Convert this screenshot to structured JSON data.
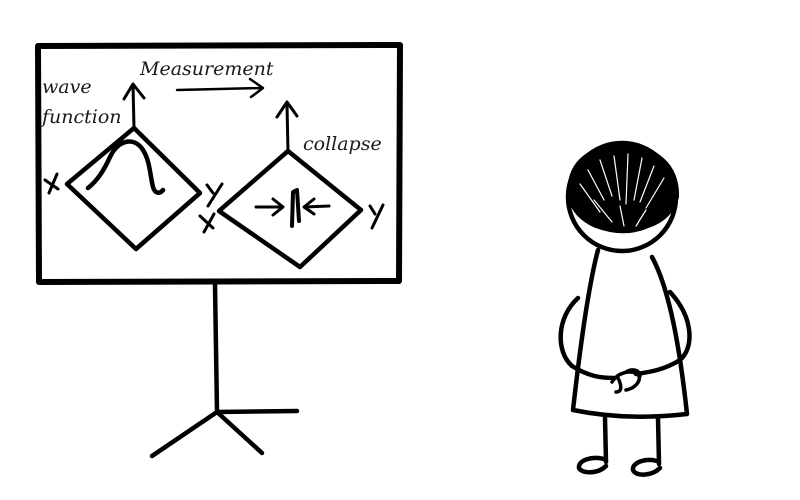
{
  "board": {
    "label_wave": "wave",
    "label_function": "function",
    "label_measurement": "Measurement",
    "label_collapse": "collapse",
    "left_diamond": {
      "axis_x": "x",
      "axis_y": "y"
    },
    "right_diamond": {
      "axis_x": "x",
      "axis_y": "y"
    }
  },
  "colors": {
    "ink": "#000000",
    "background": "#ffffff"
  }
}
